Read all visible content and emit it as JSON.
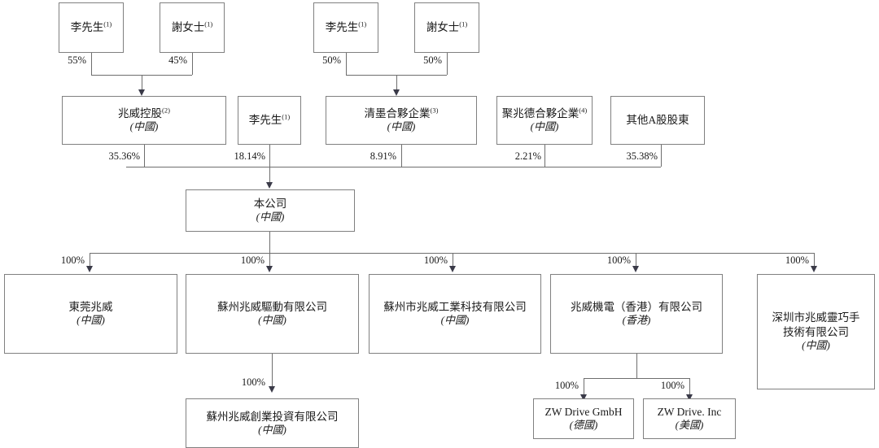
{
  "diagram": {
    "title": "Shareholding and corporate structure chart",
    "line_color": "#6e6e6e",
    "arrow_color": "#3a3a48",
    "text_color": "#1a1a1a"
  },
  "nodes": {
    "li_a": {
      "name": "李先生",
      "sup": "(1)",
      "location": ""
    },
    "xie_a": {
      "name": "謝女士",
      "sup": "(1)",
      "location": ""
    },
    "li_b": {
      "name": "李先生",
      "sup": "(1)",
      "location": ""
    },
    "xie_b": {
      "name": "謝女士",
      "sup": "(1)",
      "location": ""
    },
    "zhaowei_holding": {
      "name": "兆威控股",
      "sup": "(2)",
      "location": "(中國)"
    },
    "li_direct": {
      "name": "李先生",
      "sup": "(1)",
      "location": ""
    },
    "qingmo": {
      "name": "清墨合夥企業",
      "sup": "(3)",
      "location": "(中國)"
    },
    "juzhaode": {
      "name": "聚兆德合夥企業",
      "sup": "(4)",
      "location": "(中國)"
    },
    "other_a_shareholders": {
      "name": "其他A股股東",
      "sup": "",
      "location": ""
    },
    "company": {
      "name": "本公司",
      "sup": "",
      "location": "(中國)"
    },
    "dongguan": {
      "name": "東莞兆威",
      "sup": "",
      "location": "(中國)"
    },
    "suzhou_drive": {
      "name": "蘇州兆威驅動有限公司",
      "sup": "",
      "location": "(中國)"
    },
    "suzhou_industrial": {
      "name": "蘇州市兆威工業科技有限公司",
      "sup": "",
      "location": "(中國)"
    },
    "hk_electric": {
      "name": "兆威機電（香港）有限公司",
      "sup": "",
      "location": "(香港)"
    },
    "shenzhen_dexterous": {
      "name": "深圳市兆威靈巧手\n技術有限公司",
      "sup": "",
      "location": "(中國)"
    },
    "suzhou_venture": {
      "name": "蘇州兆威創業投資有限公司",
      "sup": "",
      "location": "(中國)"
    },
    "zw_gmbh": {
      "name": "ZW Drive GmbH",
      "sup": "",
      "location": "(德國)"
    },
    "zw_inc": {
      "name": "ZW Drive. Inc",
      "sup": "",
      "location": "(美國)"
    }
  },
  "percentages": {
    "li_a_to_holding": "55%",
    "xie_a_to_holding": "45%",
    "li_b_to_qingmo": "50%",
    "xie_b_to_qingmo": "50%",
    "holding_to_company": "35.36%",
    "li_direct_to_company": "18.14%",
    "qingmo_to_company": "8.91%",
    "juzhaode_to_company": "2.21%",
    "other_a_to_company": "35.38%",
    "company_to_dongguan": "100%",
    "company_to_suzhou_drive": "100%",
    "company_to_suzhou_industrial": "100%",
    "company_to_hk": "100%",
    "company_to_shenzhen": "100%",
    "suzhou_drive_to_venture": "100%",
    "hk_to_gmbh": "100%",
    "hk_to_inc": "100%"
  },
  "chart_data": {
    "type": "diagram",
    "subtype": "organizational-ownership-tree",
    "edges": [
      {
        "from": "李先生(1)",
        "to": "兆威控股(2)",
        "value": "55%"
      },
      {
        "from": "謝女士(1)",
        "to": "兆威控股(2)",
        "value": "45%"
      },
      {
        "from": "李先生(1)",
        "to": "清墨合夥企業(3)",
        "value": "50%"
      },
      {
        "from": "謝女士(1)",
        "to": "清墨合夥企業(3)",
        "value": "50%"
      },
      {
        "from": "兆威控股(2)",
        "to": "本公司",
        "value": "35.36%"
      },
      {
        "from": "李先生(1)",
        "to": "本公司",
        "value": "18.14%"
      },
      {
        "from": "清墨合夥企業(3)",
        "to": "本公司",
        "value": "8.91%"
      },
      {
        "from": "聚兆德合夥企業(4)",
        "to": "本公司",
        "value": "2.21%"
      },
      {
        "from": "其他A股股東",
        "to": "本公司",
        "value": "35.38%"
      },
      {
        "from": "本公司",
        "to": "東莞兆威",
        "value": "100%"
      },
      {
        "from": "本公司",
        "to": "蘇州兆威驅動有限公司",
        "value": "100%"
      },
      {
        "from": "本公司",
        "to": "蘇州市兆威工業科技有限公司",
        "value": "100%"
      },
      {
        "from": "本公司",
        "to": "兆威機電（香港）有限公司",
        "value": "100%"
      },
      {
        "from": "本公司",
        "to": "深圳市兆威靈巧手技術有限公司",
        "value": "100%"
      },
      {
        "from": "蘇州兆威驅動有限公司",
        "to": "蘇州兆威創業投資有限公司",
        "value": "100%"
      },
      {
        "from": "兆威機電（香港）有限公司",
        "to": "ZW Drive GmbH",
        "value": "100%"
      },
      {
        "from": "兆威機電（香港）有限公司",
        "to": "ZW Drive. Inc",
        "value": "100%"
      }
    ]
  }
}
